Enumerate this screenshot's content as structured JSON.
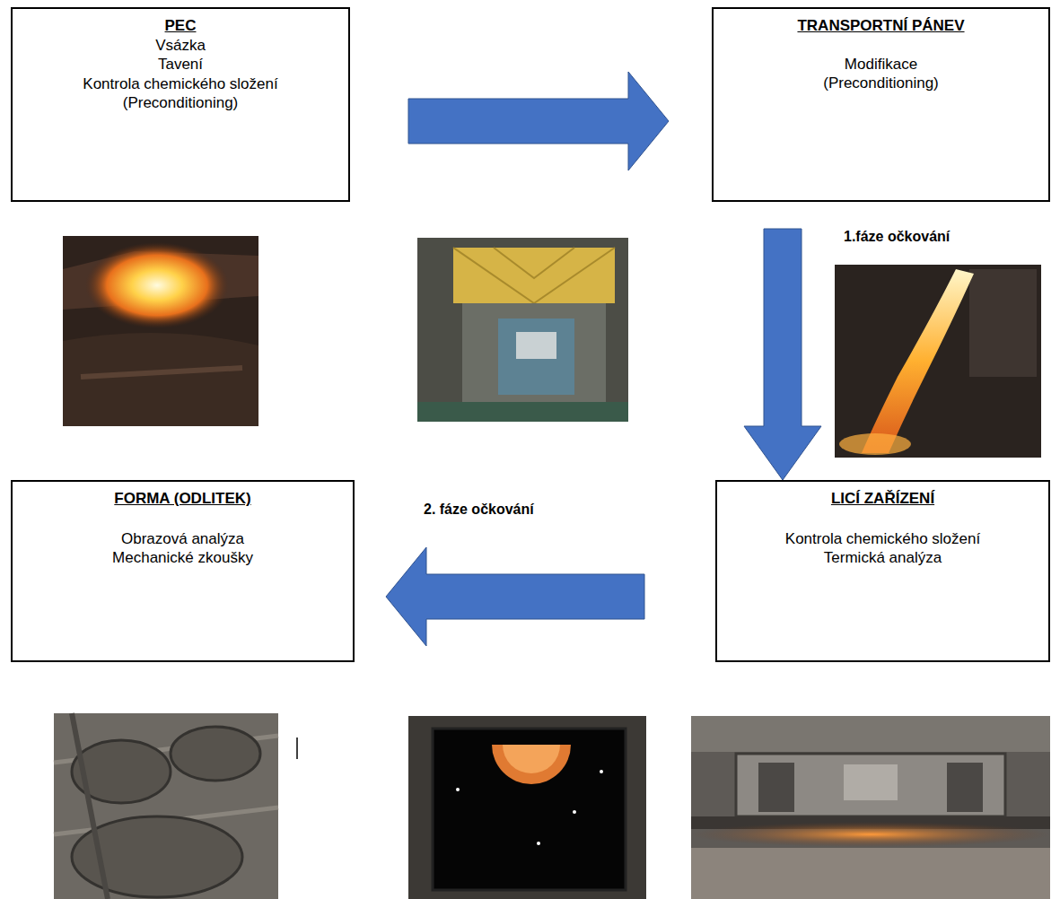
{
  "diagram": {
    "nodes": [
      {
        "text": [
          "PEC",
          "Vsázka",
          "Tavení",
          "Kontrola chemického složení",
          "(Preconditioning)"
        ]
      },
      {
        "text": [
          "TRANSPORTNÍ PÁNEV",
          "Modifikace",
          "(Preconditioning)"
        ]
      },
      {
        "text": [
          "LICÍ ZAŘÍZENÍ",
          "Kontrola chemického složení",
          "Termická analýza"
        ]
      },
      {
        "text": [
          "FORMA (ODLITEK)",
          "Obrazová analýza",
          "Mechanické zkoušky"
        ]
      }
    ],
    "edges": [
      {
        "from": 0,
        "to": 1,
        "arrow": "to"
      },
      {
        "from": 1,
        "to": 2,
        "label": "1.fáze očkování",
        "arrow": "to"
      },
      {
        "from": 2,
        "to": 3,
        "label": "2. fáze očkování",
        "arrow": "to"
      }
    ]
  }
}
